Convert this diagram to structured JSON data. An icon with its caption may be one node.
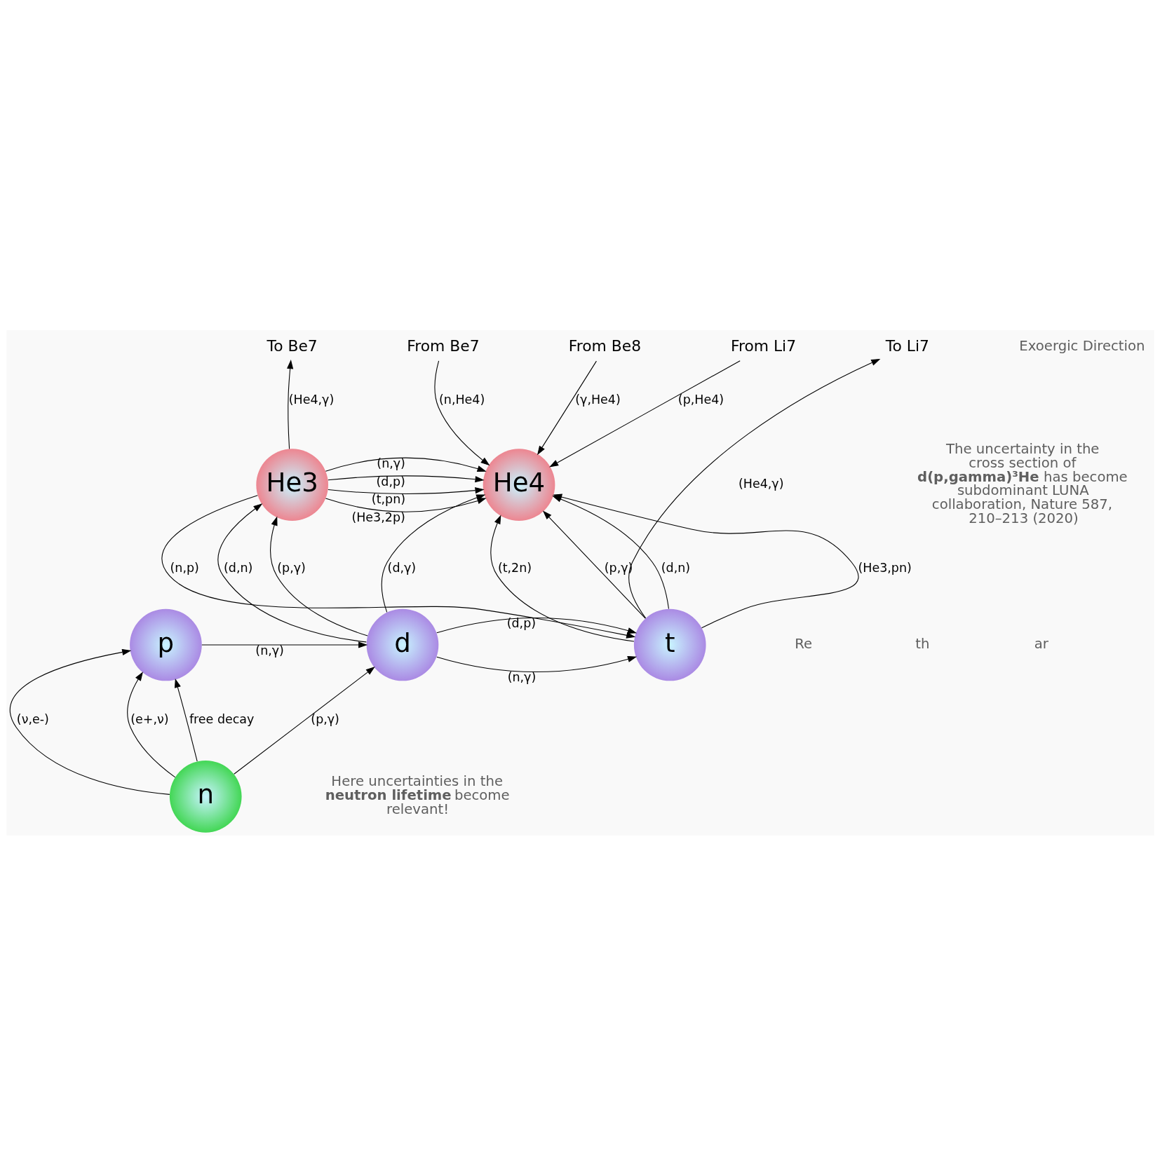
{
  "diagram": {
    "nodes": [
      {
        "text": [
          "To Be7"
        ]
      },
      {
        "text": [
          "From Be7"
        ]
      },
      {
        "text": [
          "From Be8"
        ]
      },
      {
        "text": [
          "From Li7"
        ]
      },
      {
        "text": [
          "He3"
        ]
      },
      {
        "text": [
          "He4"
        ]
      },
      {
        "text": [
          "To Li7"
        ]
      },
      {
        "text": [
          "p"
        ]
      },
      {
        "text": [
          "d"
        ]
      },
      {
        "text": [
          "t"
        ]
      },
      {
        "text": [
          "n"
        ]
      }
    ],
    "edges": [
      {
        "from": 4,
        "to": 0,
        "arrow": "to",
        "label": "(He4,γ)"
      },
      {
        "from": 1,
        "to": 5,
        "arrow": "to",
        "label": "(n,He4)"
      },
      {
        "from": 2,
        "to": 5,
        "arrow": "to",
        "label": "(γ,He4)"
      },
      {
        "from": 3,
        "to": 5,
        "arrow": "to",
        "label": "(p,He4)"
      },
      {
        "from": 4,
        "to": 5,
        "arrow": "to",
        "label": "(n,γ)"
      },
      {
        "from": 4,
        "to": 5,
        "arrow": "to",
        "label": "(d,p)"
      },
      {
        "from": 4,
        "to": 5,
        "arrow": "to",
        "label": "(t,pn)"
      },
      {
        "from": 4,
        "to": 5,
        "arrow": "to",
        "label": "(He3,2p)"
      },
      {
        "from": 4,
        "to": 9,
        "arrow": "to",
        "label": "(n,p)"
      },
      {
        "from": 8,
        "to": 4,
        "arrow": "to",
        "label": "(p,γ)"
      },
      {
        "from": 8,
        "to": 4,
        "arrow": "to",
        "label": "(d,n)"
      },
      {
        "from": 8,
        "to": 5,
        "arrow": "to",
        "label": "(d,γ)"
      },
      {
        "from": 9,
        "to": 5,
        "arrow": "to",
        "label": "(He3,pn)"
      },
      {
        "from": 9,
        "to": 5,
        "arrow": "to",
        "label": "(t,2n)"
      },
      {
        "from": 9,
        "to": 5,
        "arrow": "to",
        "label": "(p,γ)"
      },
      {
        "from": 9,
        "to": 5,
        "arrow": "to",
        "label": "(d,n)"
      },
      {
        "from": 9,
        "to": 6,
        "arrow": "to",
        "label": "(He4,γ)"
      },
      {
        "from": 7,
        "to": 8,
        "arrow": "to",
        "label": "(n,γ)"
      },
      {
        "from": 8,
        "to": 9,
        "arrow": "to",
        "label": "(d,p)"
      },
      {
        "from": 8,
        "to": 9,
        "arrow": "to",
        "label": "(n,γ)"
      },
      {
        "from": 10,
        "to": 8,
        "arrow": "to",
        "label": "(p,γ)"
      },
      {
        "from": 10,
        "to": 7,
        "arrow": "to",
        "label": "(ν,e-)"
      },
      {
        "from": 10,
        "to": 7,
        "arrow": "to",
        "label": "(e+,ν)"
      },
      {
        "from": 10,
        "to": 7,
        "arrow": "to",
        "label": "free decay"
      }
    ],
    "labels": [
      "Exoergic Direction",
      "The uncertainty in the cross section of **d(p,gamma)³He** has become subdominant LUNA collaboration, Nature 587, 210–213 (2020)",
      "Re",
      "th",
      "ar",
      "Here uncertainties in the **neutron lifetime** become relevant!"
    ]
  }
}
